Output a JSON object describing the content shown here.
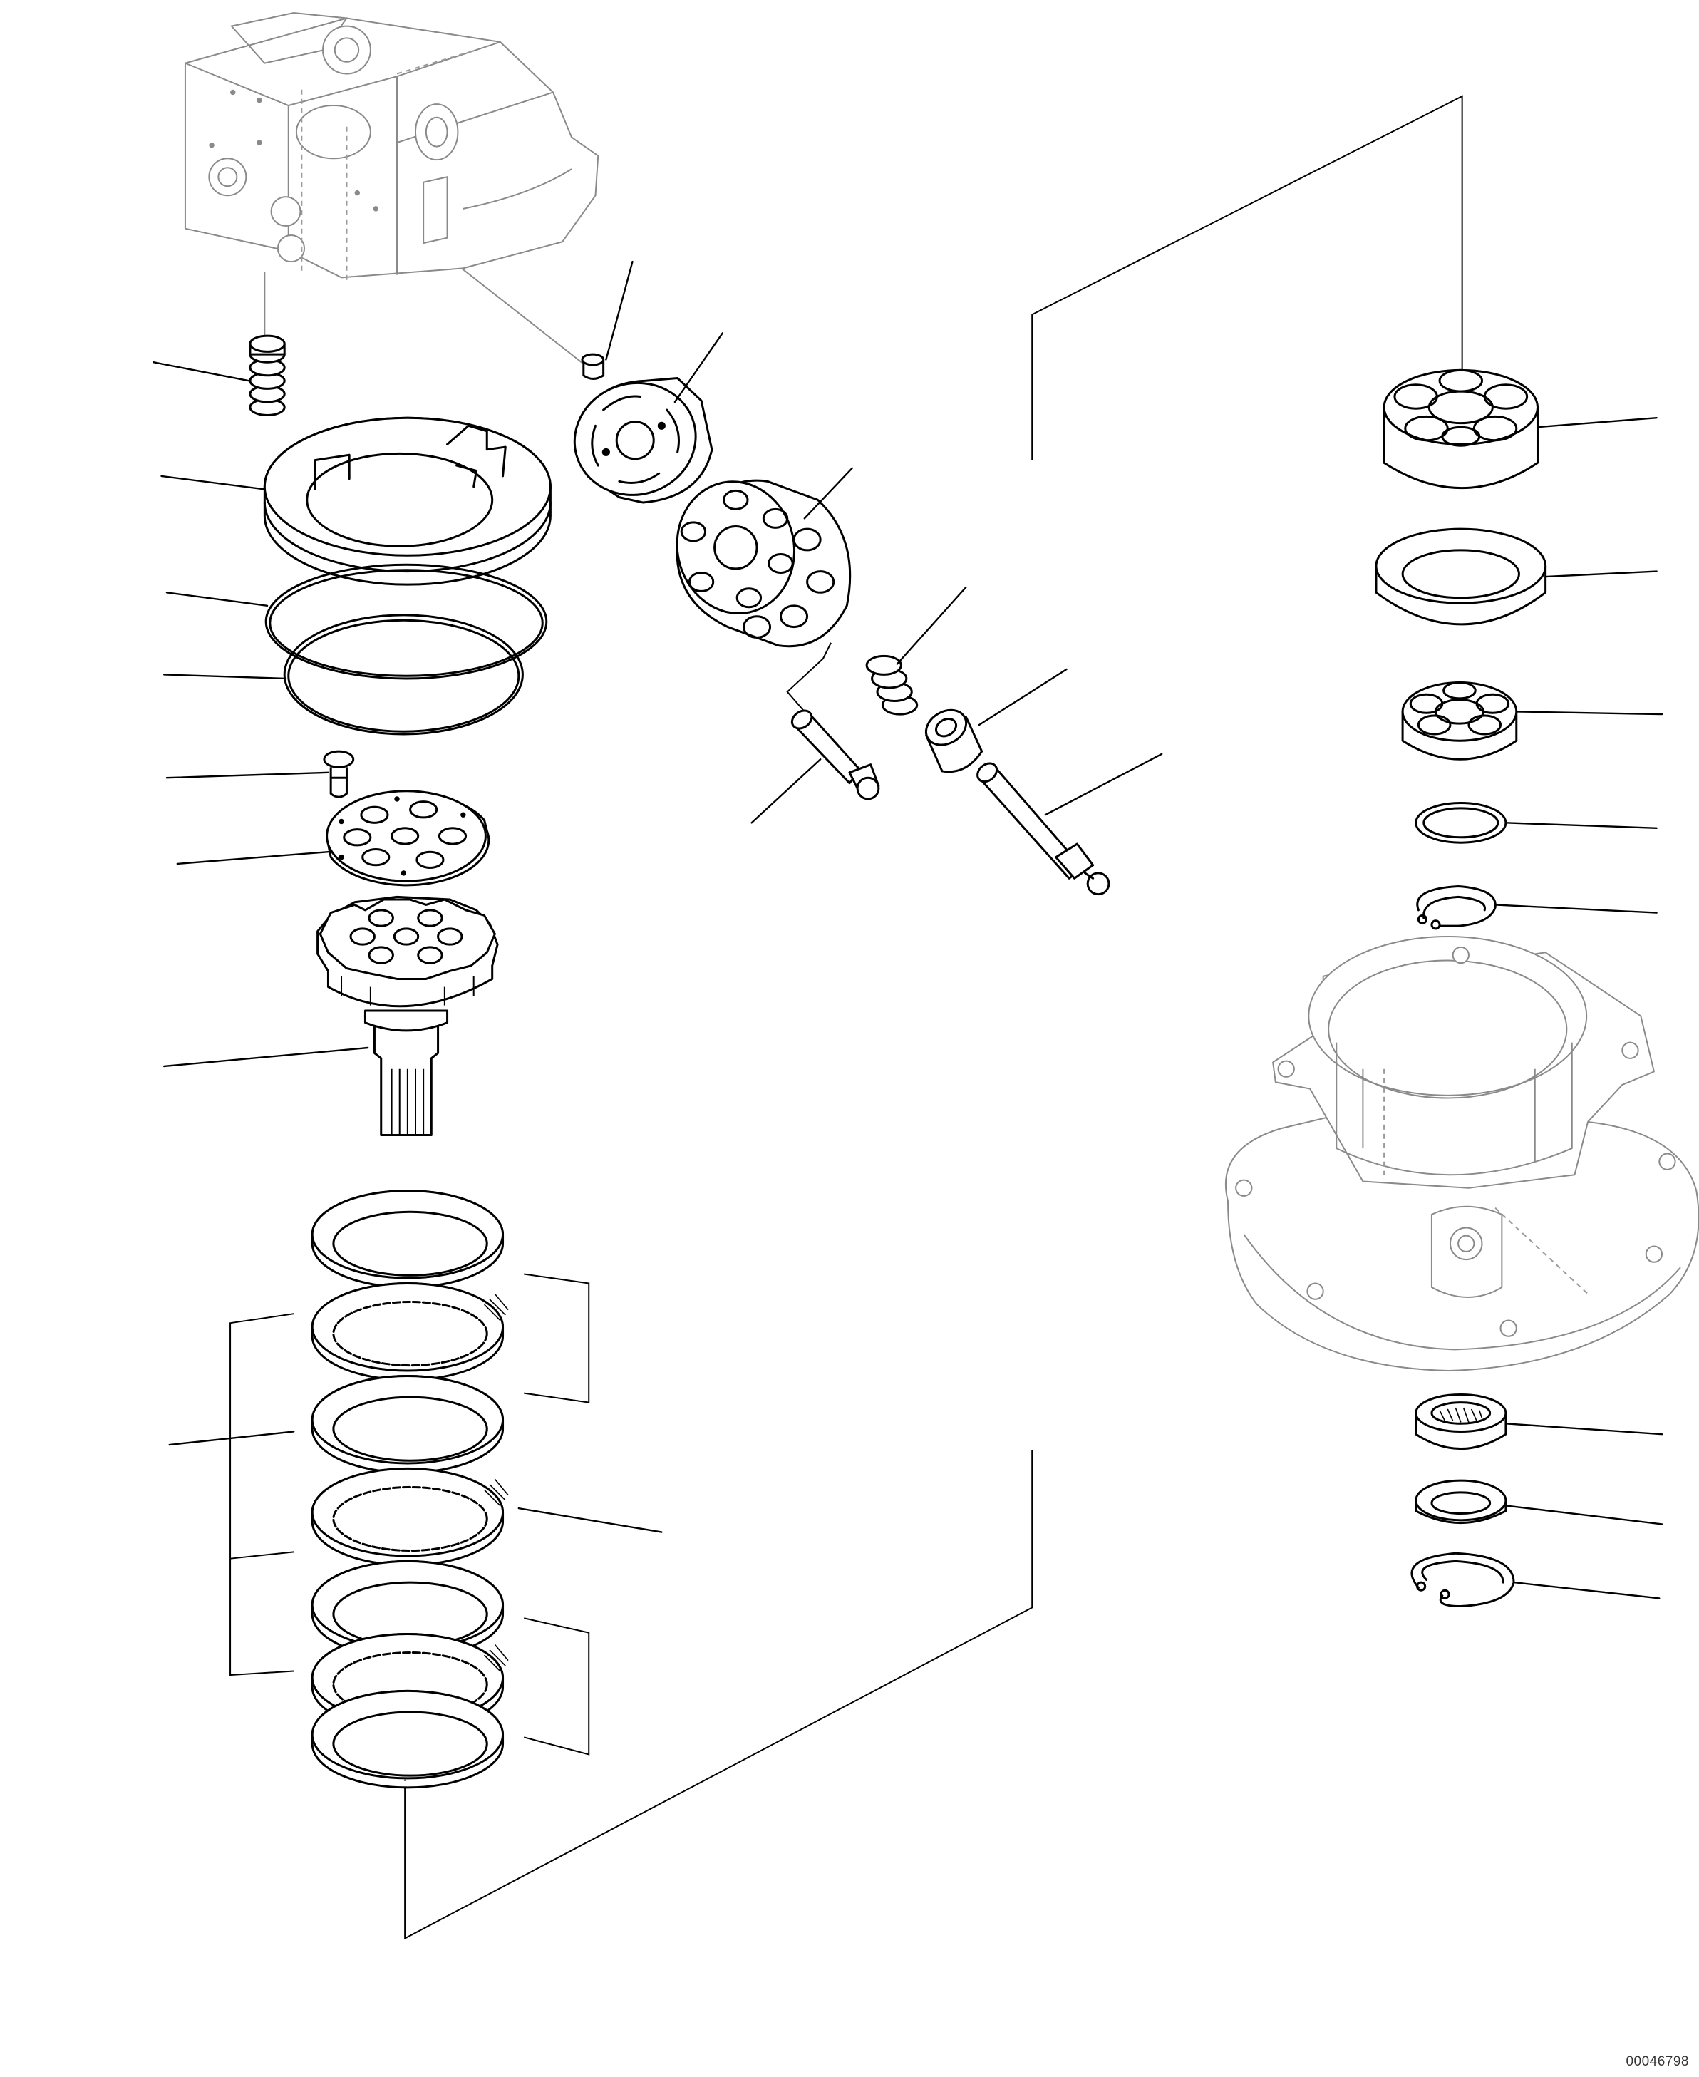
{
  "drawing_id": "00046798",
  "parts": [
    "motor-housing",
    "spring-set",
    "brake-piston",
    "o-ring",
    "o-ring",
    "dowel-pin",
    "retainer-plate",
    "drive-shaft",
    "brake-disc-stack",
    "pin",
    "valve-plate",
    "cylinder-block",
    "spring",
    "collar",
    "piston-assembly",
    "center-shaft",
    "roller-bearing",
    "seal-ring",
    "roller-bearing",
    "washer",
    "snap-ring",
    "case",
    "needle-bearing",
    "thrust-washer",
    "snap-ring"
  ]
}
